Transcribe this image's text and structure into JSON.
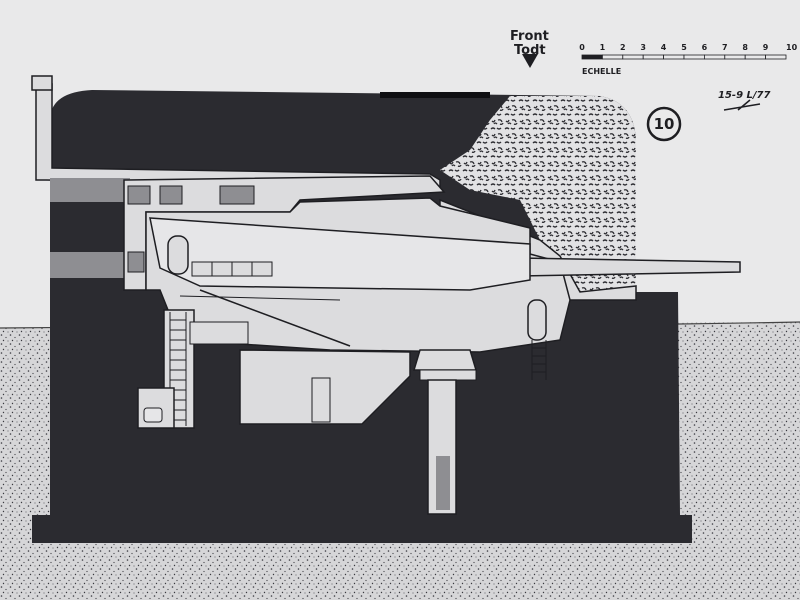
{
  "front_label": {
    "line1": "Front",
    "line2": "Todt"
  },
  "scale": {
    "ticks": [
      "0",
      "1",
      "2",
      "3",
      "4",
      "5",
      "6",
      "7",
      "8",
      "9",
      "10 m"
    ],
    "label": "ECHELLE"
  },
  "plate_number": "10",
  "gun_designation": "15-9 L/77",
  "colors": {
    "paper": "#e9e9ea",
    "concrete_dark": "#2b2b30",
    "interior_light": "#dcdcde",
    "ground_stipple": "#c9c9cb",
    "line": "#1e1e22"
  }
}
